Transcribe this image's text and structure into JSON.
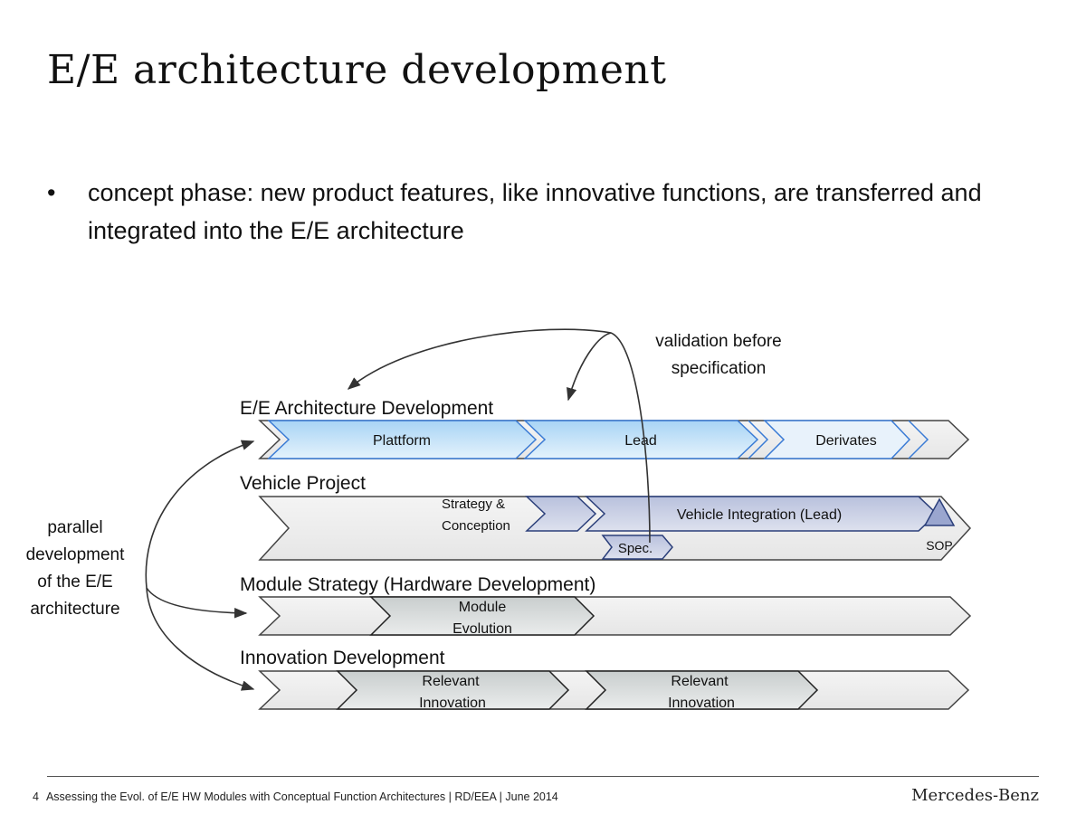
{
  "slide": {
    "title": "E/E architecture development",
    "bullets": [
      "concept phase: new product features, like innovative functions, are transferred and integrated into the E/E architecture"
    ]
  },
  "diagram": {
    "annotations": {
      "validation_line1": "validation before",
      "validation_line2": "specification",
      "parallel_line1": "parallel",
      "parallel_line2": "development",
      "parallel_line3": "of the E/E",
      "parallel_line4": "architecture"
    },
    "lanes": [
      {
        "title": "E/E Architecture Development",
        "phases": [
          "Plattform",
          "Lead",
          "Derivates"
        ]
      },
      {
        "title": "Vehicle Project",
        "phases": [
          {
            "line1": "Strategy &",
            "line2": "Conception"
          },
          "Vehicle Integration (Lead)",
          "Spec.",
          "SOP"
        ]
      },
      {
        "title": "Module Strategy (Hardware Development)",
        "phases": [
          {
            "line1": "Module",
            "line2": "Evolution"
          }
        ]
      },
      {
        "title": "Innovation Development",
        "phases": [
          {
            "line1": "Relevant",
            "line2": "Innovation"
          },
          {
            "line1": "Relevant",
            "line2": "Innovation"
          }
        ]
      }
    ],
    "colors": {
      "lane_fill": "#eeeeee",
      "lane_stroke": "#444444",
      "ee_phase_top": "#a8d4f5",
      "ee_phase_bottom": "#dff0fc",
      "ee_stroke": "#3a7bd5",
      "vehicle_phase": "#c9cfe3",
      "vehicle_stroke": "#2b3f7a",
      "module_phase": "#d9dcdc",
      "module_stroke": "#222222"
    }
  },
  "footer": {
    "page": "4",
    "text": "Assessing the Evol. of E/E HW Modules with Conceptual Function Architectures | RD/EEA | June 2014",
    "brand": "Mercedes-Benz"
  }
}
